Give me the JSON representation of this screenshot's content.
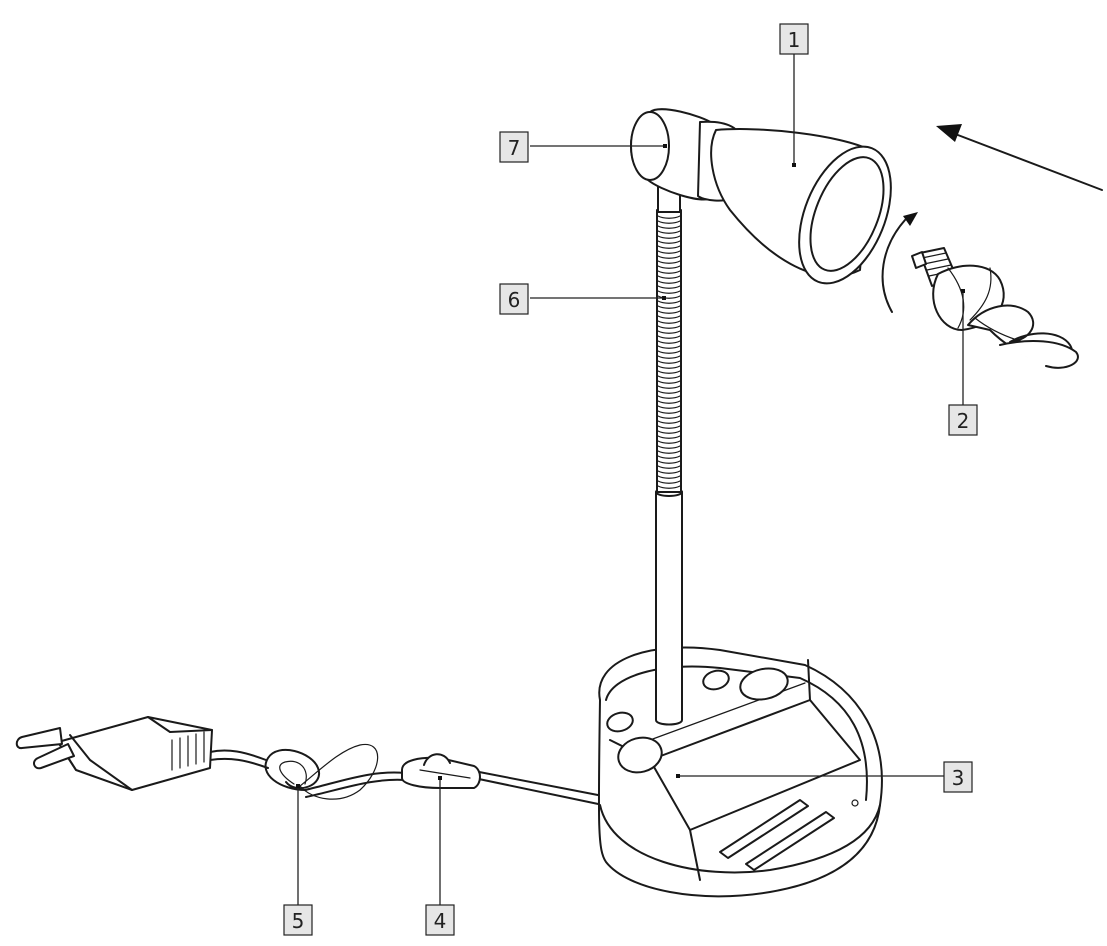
{
  "callouts": [
    {
      "id": "1",
      "text": "1"
    },
    {
      "id": "2",
      "text": "2"
    },
    {
      "id": "3",
      "text": "3"
    },
    {
      "id": "4",
      "text": "4"
    },
    {
      "id": "5",
      "text": "5"
    },
    {
      "id": "6",
      "text": "6"
    },
    {
      "id": "7",
      "text": "7"
    }
  ],
  "colors": {
    "ink": "#1a1a1a",
    "label_fill": "#e6e6e6",
    "background": "#ffffff"
  },
  "parts": {
    "shade": "lamp-shade",
    "bulb": "spiral-bulb",
    "base": "organizer-base",
    "switch": "cord-switch",
    "cord": "power-cord",
    "gooseneck": "flexible-arm",
    "joint": "shade-joint",
    "plug": "power-plug",
    "arrow": "insert-arrow"
  }
}
